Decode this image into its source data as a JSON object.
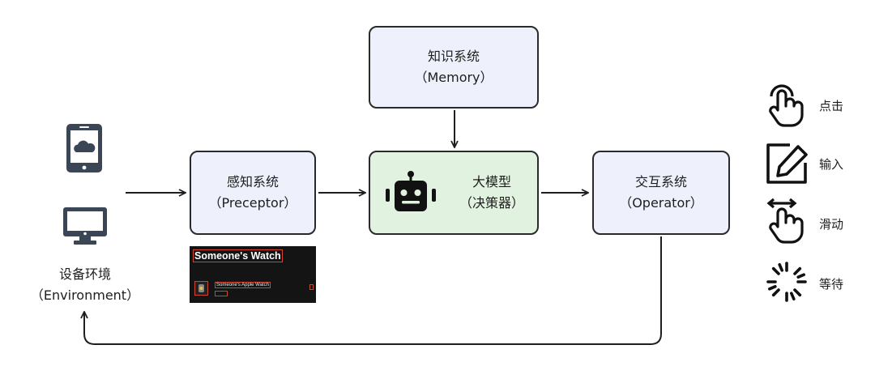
{
  "diagram": {
    "environment": {
      "title": "设备环境",
      "subtitle": "（Environment）"
    },
    "perceptor": {
      "title": "感知系统",
      "subtitle": "（Preceptor）"
    },
    "memory": {
      "title": "知识系统",
      "subtitle": "（Memory）"
    },
    "llm": {
      "title": "大模型",
      "subtitle": "（决策器）"
    },
    "operator": {
      "title": "交互系统",
      "subtitle": "（Operator）"
    },
    "screenshot": {
      "title": "Someone's Watch",
      "row_label": "Someone's Apple Watch"
    }
  },
  "legend": {
    "items": [
      {
        "icon": "tap-hand-icon",
        "label": "点击"
      },
      {
        "icon": "edit-input-icon",
        "label": "输入"
      },
      {
        "icon": "swipe-hand-icon",
        "label": "滑动"
      },
      {
        "icon": "wait-spinner-icon",
        "label": "等待"
      }
    ]
  },
  "colors": {
    "box_fill": "#eef1fb",
    "llm_fill": "#e1f3e0",
    "stroke": "#1e1e1e",
    "device": "#3a4656"
  }
}
